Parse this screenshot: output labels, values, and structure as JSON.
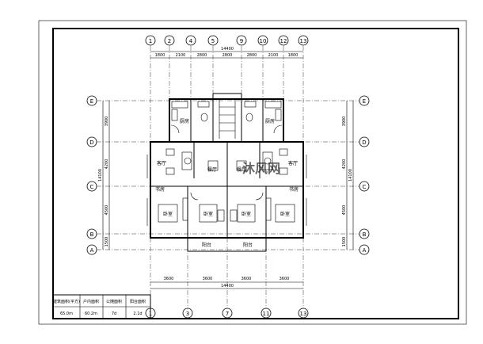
{
  "top_axes": [
    "1",
    "2",
    "4",
    "5",
    "9",
    "10",
    "12",
    "13"
  ],
  "bottom_axes": [
    "1",
    "3",
    "7",
    "11",
    "13"
  ],
  "side_axes": [
    "E",
    "D",
    "C",
    "B",
    "A"
  ],
  "top_dims": [
    "1800",
    "2100",
    "2800",
    "2800",
    "2800",
    "2100",
    "1800"
  ],
  "top_total": "14400",
  "bottom_dims": [
    "3600",
    "3600",
    "3600",
    "3600"
  ],
  "bottom_total": "14400",
  "left_dims": [
    "3900",
    "4200",
    "4500",
    "1500"
  ],
  "left_total": "14100",
  "right_dims": [
    "3900",
    "4200",
    "4500",
    "1500"
  ],
  "right_total": "14100",
  "rooms": {
    "kitchen_l": "厨房",
    "kitchen_r": "厨房",
    "living_l": "客厅",
    "living_r": "客厅",
    "dining_l": "餐厅",
    "dining_r": "餐厅",
    "bed1": "卧室",
    "bed2": "卧室",
    "bed3": "卧室",
    "bed4": "卧室",
    "balcony_l": "阳台",
    "balcony_r": "阳台",
    "study_l": "书房",
    "study_r": "书房"
  },
  "table": {
    "headers": [
      "建筑面积(平方)",
      "户内面积",
      "公摊面积",
      "阳台面积"
    ],
    "values": [
      "65.0m",
      "60.2m",
      "7d",
      "2.1d"
    ]
  },
  "watermark": "沐风网"
}
